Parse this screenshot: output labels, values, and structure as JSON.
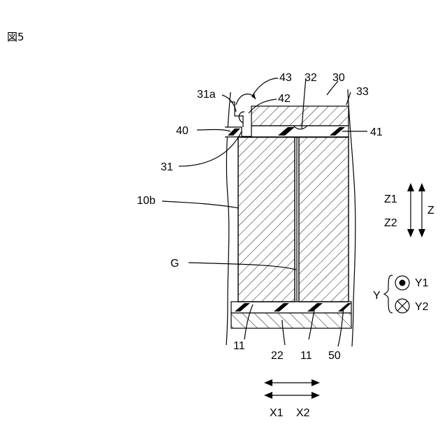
{
  "figure_label": "図5",
  "labels": {
    "l43": "43",
    "l31a": "31a",
    "l42": "42",
    "l32": "32",
    "l30": "30",
    "l33": "33",
    "l40": "40",
    "l41": "41",
    "l31": "31",
    "l10b": "10b",
    "lG": "G",
    "l11a": "11",
    "l22": "22",
    "l11b": "11",
    "l50": "50"
  },
  "axes": {
    "z1": "Z1",
    "z2": "Z2",
    "z": "Z",
    "y": "Y",
    "y1": "Y1",
    "y2": "Y2",
    "x1": "X1",
    "x2": "X2"
  }
}
